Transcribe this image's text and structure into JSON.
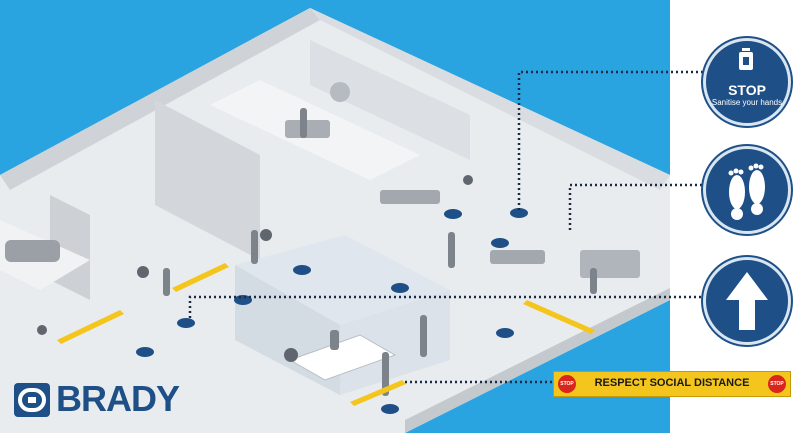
{
  "colors": {
    "background": "#2aa4e0",
    "sign_blue": "#1e4f86",
    "banner_yellow": "#f4c51c",
    "stop_red": "#d9261c"
  },
  "signs": {
    "stop": {
      "title": "STOP",
      "subtitle": "Sanitise your hands",
      "icon": "hand-sanitiser-icon"
    },
    "feet": {
      "icon": "footprints-icon"
    },
    "arrow": {
      "icon": "arrow-up-icon"
    }
  },
  "banner": {
    "text": "RESPECT SOCIAL DISTANCE",
    "stop_label": "STOP"
  },
  "logo": {
    "text": "BRADY"
  }
}
